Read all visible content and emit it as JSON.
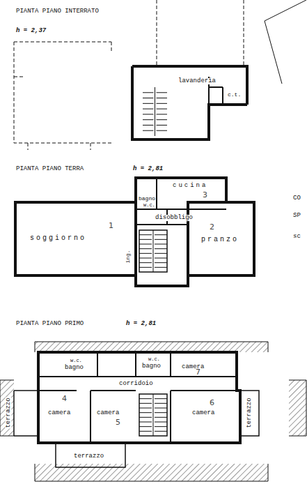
{
  "diagram": {
    "labels": [
      "PIANTA PIANO INTERRATO",
      "h = 2,37",
      "lavanderia",
      "c.t.",
      "PIANTA PIANO TERRA",
      "h = 2,81",
      "bagno",
      "w.c.",
      "cucina",
      "disobbligo",
      "soggiorno",
      "pranzo",
      "ing.",
      "PIANTA PIANO PRIMO",
      "h = 2,81",
      "w.c.",
      "bagno",
      "w.c.",
      "bagno",
      "camera",
      "corridoio",
      "terrazzo",
      "camera",
      "camera",
      "camera",
      "terrazzo",
      "terrazzo",
      "CO",
      "SP",
      "sc",
      "1",
      "2",
      "3",
      "4",
      "5",
      "6",
      "7"
    ]
  }
}
